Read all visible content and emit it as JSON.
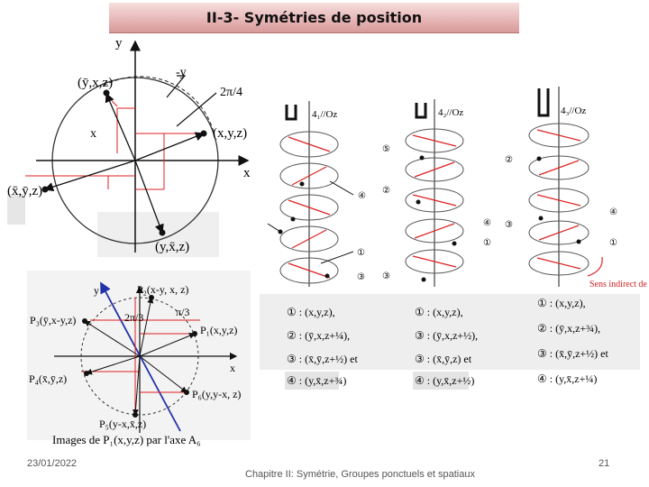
{
  "header": {
    "title": "II-3- Symétries de position"
  },
  "diagram_top_left": {
    "y_axis": "y",
    "x_axis": "x",
    "neg_y": "-y",
    "angle": "2π/4",
    "x_marker": "x",
    "p_top": "(ȳ,x,z)",
    "p_right": "(x,y,z)",
    "p_left": "(x̄,ȳ,z)",
    "p_bottom": "(y,x̄,z)"
  },
  "diagram_bottom_left": {
    "y_axis": "y",
    "x_axis": "x",
    "p2": "P₂(x-y, x, z)",
    "p3": "P₃(ȳ,x-y,z)",
    "p1": "P₁(x,y,z)",
    "p4": "P₄(x̄,ȳ,z)",
    "p6": "P₆(y,y-x, z)",
    "p5": "P₅(y-x,x̄,z)",
    "angle1": "2π/3",
    "angle2": "π/3",
    "caption": "Images de P₁(x,y,z) par l'axe A₆"
  },
  "helices": [
    {
      "axis_label": "4₁//Oz",
      "labels": [
        "① : (x,y,z),",
        "② : (ȳ,x,z+¼),",
        "③ : (x̄,ȳ,z+½) et",
        "④ : (y,x̄,z+¾)"
      ],
      "markers": [
        "④",
        "①",
        "③"
      ]
    },
    {
      "axis_label": "4₂//Oz",
      "labels": [
        "① : (x,y,z),",
        "③ : (ȳ,x,z+½),",
        "③ : (x̄,ȳ,z) et",
        "④ : (y,x̄,z+½)"
      ],
      "markers": [
        "⑤",
        "②",
        "④",
        "①",
        "③"
      ]
    },
    {
      "axis_label": "4₃//Oz",
      "labels": [
        "① : (x,y,z),",
        "② : (ȳ,x,z+¾),",
        "③ : (x̄,ȳ,z+½) et",
        "④ : (y,x̄,z+¼)"
      ],
      "markers": [
        "②",
        "③",
        "④",
        "①"
      ],
      "note": "Sens indirect de rotation"
    }
  ],
  "footer": {
    "date": "23/01/2022",
    "center": "Chapitre II: Symétrie, Groupes ponctuels et spatiaux",
    "page": "21"
  }
}
